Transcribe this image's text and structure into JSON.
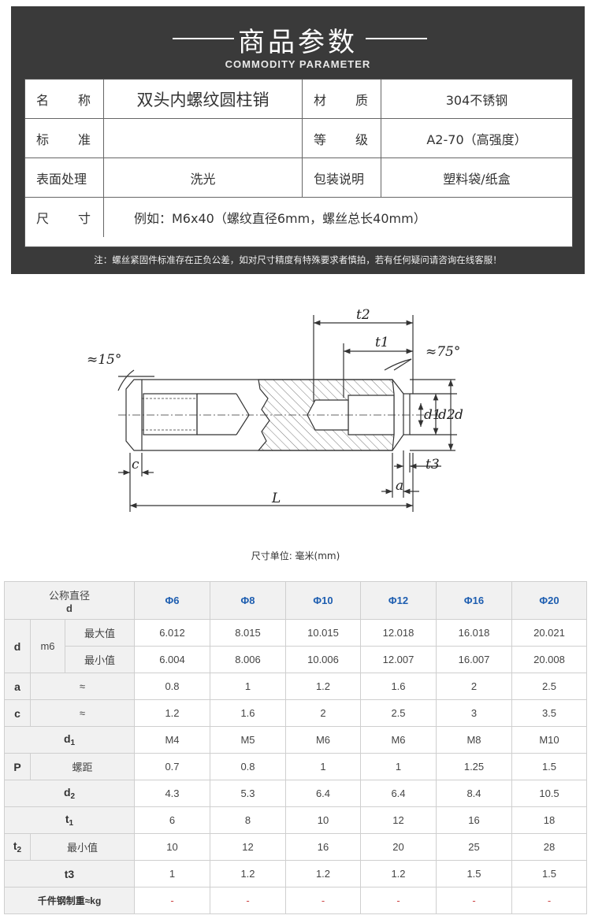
{
  "header": {
    "title": "商品参数",
    "subtitle": "COMMODITY PARAMETER"
  },
  "params": {
    "rows": [
      {
        "label_a": "名",
        "label_b": "称",
        "value": "双头内螺纹圆柱销",
        "label2_a": "材",
        "label2_b": "质",
        "value2": "304不锈钢"
      },
      {
        "label_a": "标",
        "label_b": "准",
        "value": "",
        "label2_a": "等",
        "label2_b": "级",
        "value2": "A2-70（高强度）"
      },
      {
        "label_a": "表面处理",
        "label_b": "",
        "value": "洗光",
        "label2_a": "包装说明",
        "label2_b": "",
        "value2": "塑料袋/纸盒"
      },
      {
        "label_a": "尺",
        "label_b": "寸",
        "value": "例如：M6x40（螺纹直径6mm，螺丝总长40mm）"
      }
    ],
    "note": "注：螺丝紧固件标准存在正负公差，如对尺寸精度有特殊要求者慎拍，若有任何疑问请咨询在线客服！"
  },
  "diagram": {
    "labels": {
      "t2": "t2",
      "t1": "t1",
      "angle_left": "≈15°",
      "angle_right": "≈75°",
      "d1": "d1",
      "d2": "d2",
      "d": "d",
      "c": "c",
      "t3": "t3",
      "a": "a",
      "L": "L"
    }
  },
  "unit_note": "尺寸单位: 毫米(mm)",
  "table": {
    "header_line1": "公称直径",
    "header_line2": "d",
    "sizes": [
      "Φ6",
      "Φ8",
      "Φ10",
      "Φ12",
      "Φ16",
      "Φ20"
    ],
    "d_label": "d",
    "m6_label": "m6",
    "max_label": "最大值",
    "min_label": "最小值",
    "d_max": [
      "6.012",
      "8.015",
      "10.015",
      "12.018",
      "16.018",
      "20.021"
    ],
    "d_min": [
      "6.004",
      "8.006",
      "10.006",
      "12.007",
      "16.007",
      "20.008"
    ],
    "a_label": "a",
    "a_sym": "≈",
    "a": [
      "0.8",
      "1",
      "1.2",
      "1.6",
      "2",
      "2.5"
    ],
    "c_label": "c",
    "c_sym": "≈",
    "c": [
      "1.2",
      "1.6",
      "2",
      "2.5",
      "3",
      "3.5"
    ],
    "d1_label": "d",
    "d1_sub": "1",
    "d1": [
      "M4",
      "M5",
      "M6",
      "M6",
      "M8",
      "M10"
    ],
    "p_label": "P",
    "p_desc": "螺距",
    "p": [
      "0.7",
      "0.8",
      "1",
      "1",
      "1.25",
      "1.5"
    ],
    "d2_label": "d",
    "d2_sub": "2",
    "d2": [
      "4.3",
      "5.3",
      "6.4",
      "6.4",
      "8.4",
      "10.5"
    ],
    "t1_label": "t",
    "t1_sub": "1",
    "t1": [
      "6",
      "8",
      "10",
      "12",
      "16",
      "18"
    ],
    "t2_label": "t",
    "t2_sub": "2",
    "t2_desc": "最小值",
    "t2": [
      "10",
      "12",
      "16",
      "20",
      "25",
      "28"
    ],
    "t3_label": "t3",
    "t3": [
      "1",
      "1.2",
      "1.2",
      "1.2",
      "1.5",
      "1.5"
    ],
    "weight_label": "千件钢制重≈kg",
    "weight": [
      "-",
      "-",
      "-",
      "-",
      "-",
      "-"
    ]
  }
}
